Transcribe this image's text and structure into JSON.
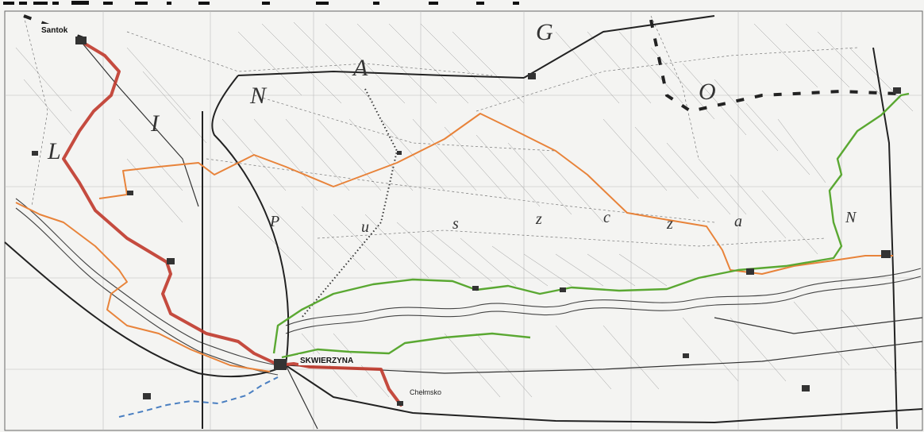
{
  "map": {
    "towns": {
      "santok": "Santok",
      "skwierzyna": "SKWIERZYNA",
      "chelmsko": "Chełmsko"
    },
    "region_letters": [
      "L",
      "I",
      "N",
      "A",
      "G",
      "O"
    ],
    "forest_letters": [
      "P",
      "u",
      "s",
      "z",
      "c",
      "z",
      "a",
      "N"
    ],
    "colors": {
      "red_route": "#c0392b",
      "orange_route": "#e8833a",
      "green_route": "#5aa832",
      "blue_route": "#4a7fc1",
      "map_lines": "#555555",
      "paper": "#f4f4f2"
    }
  }
}
